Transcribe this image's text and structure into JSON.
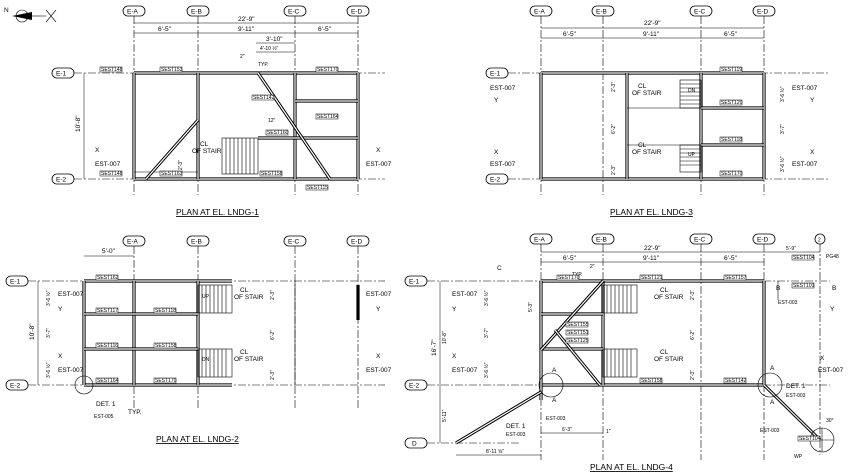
{
  "north_label": "N",
  "grid_labels": {
    "ea": "E-A",
    "eb": "E-B",
    "ec": "E-C",
    "ed": "E-D",
    "e1": "E-1",
    "e2": "E-2",
    "d": "D"
  },
  "titles": {
    "p1": "PLAN AT EL. LNDG-1",
    "p2": "PLAN AT EL. LNDG-2",
    "p3": "PLAN AT EL. LNDG-3",
    "p4": "PLAN AT EL. LNDG-4"
  },
  "dims": {
    "overall": "22'-9\"",
    "d65": "6'-5\"",
    "d911": "9'-11\"",
    "d310": "3'-10\"",
    "d4106": "4'-10 ½\"",
    "d2": "2\"",
    "d108": "10'-8\"",
    "d23": "2'-3\"",
    "d62": "6'-2\"",
    "d3612": "3'-6 ½\"",
    "d37": "3'-7\"",
    "d50": "5'-0\"",
    "d167": "16'-7\"",
    "d511": "5'-11\"",
    "d811": "8'-11 ⅝\"",
    "d63": "6'-3\"",
    "d1": "1\"",
    "d53": "5'-3\"",
    "d59": "5'-9\"",
    "d12": "12\"",
    "d30": "30°"
  },
  "notes": {
    "typ": "TYP.",
    "cl_stair_1": "CL",
    "cl_stair_2": "OF STAIR",
    "up": "UP",
    "dn": "DN",
    "est007": "EST-007",
    "est005": "EST-005",
    "est003": "EST-003",
    "det1": "DET. 1",
    "typ2": "TYP.",
    "x": "X",
    "y": "Y",
    "a": "A",
    "b": "B",
    "c": "C",
    "wp": "WP",
    "pg48": "PG48",
    "num2": "2"
  },
  "member_tags": {
    "t1": "SEST148",
    "t2": "SEST153",
    "t3": "SEST170",
    "t4": "SEST142",
    "t5": "SEST164",
    "t6": "SEST160",
    "t7": "SEST163",
    "t8": "SEST158",
    "t9": "SEST115",
    "t10": "SEST119",
    "t11": "SEST120",
    "t12": "SEST118",
    "t13": "SEST162",
    "t14": "SEST117",
    "t15": "SEST116",
    "t16": "SEST170",
    "t17": "SEST121",
    "t18": "SEST155",
    "t19": "SEST151",
    "t20": "SEST125",
    "t21": "SEST157",
    "t22": "SEST104",
    "t23": "SEST101"
  }
}
